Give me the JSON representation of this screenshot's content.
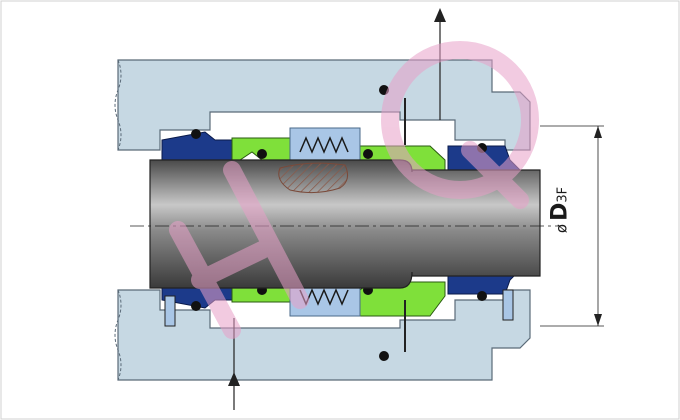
{
  "dimension": {
    "symbol": "ø",
    "letter": "D",
    "subscript": "3F"
  },
  "watermark": {
    "text": "HQ",
    "color": "#e8a0c8"
  },
  "colors": {
    "housing": "#c6d8e3",
    "housing_edge": "#5a6a78",
    "shaft_dark": "#3a3a3a",
    "shaft_light": "#b8b8b8",
    "gland_ring": "#7fe03a",
    "rotating_parts": "#a9c6e6",
    "seat_blue": "#1c3a8a",
    "spring": "#ffffff",
    "o_ring": "#111111",
    "cross_section": "#c09080",
    "background": "#ffffff"
  }
}
